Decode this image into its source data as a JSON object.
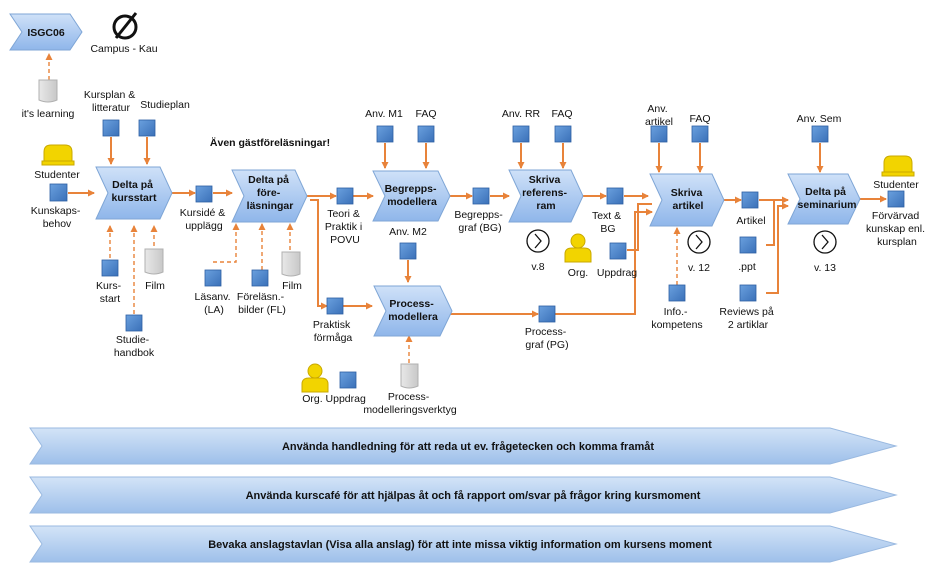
{
  "header": {
    "course_code": "ISGC06",
    "campus": "Campus - Kau",
    "lms": "it's learning",
    "guest_lecture_note": "Även gästföreläsningar!"
  },
  "processes": {
    "kursstart": [
      "Delta på",
      "kursstart"
    ],
    "forelasningar": [
      "Delta på",
      "före-",
      "läsningar"
    ],
    "begrepp": [
      "Begrepps-",
      "modellera"
    ],
    "referensram": [
      "Skriva",
      "referens-",
      "ram"
    ],
    "artikel": [
      "Skriva",
      "artikel"
    ],
    "seminarium": [
      "Delta på",
      "seminarium"
    ],
    "processmodellera": [
      "Process-",
      "modellera"
    ]
  },
  "labels": {
    "kursplan": [
      "Kursplan &",
      "litteratur"
    ],
    "studieplan": "Studieplan",
    "studenter_start": "Studenter",
    "kunskapsbehov": [
      "Kunskaps-",
      "behov"
    ],
    "kursstart_doc": [
      "Kurs-",
      "start"
    ],
    "film1": "Film",
    "studiehandbok": [
      "Studie-",
      "handbok"
    ],
    "kursde": [
      "Kursidé &",
      "upplägg"
    ],
    "lasanv": [
      "Läsanv.",
      "(LA)"
    ],
    "forelasn": [
      "Föreläsn.-",
      "bilder (FL)"
    ],
    "film2": "Film",
    "teori": [
      "Teori &",
      "Praktik i",
      "POVU"
    ],
    "praktisk": [
      "Praktisk",
      "förmåga"
    ],
    "org_uppdrag1": "Org. Uppdrag",
    "anv_m1": "Anv. M1",
    "faq1": "FAQ",
    "anv_m2": "Anv. M2",
    "begreppsgraf": [
      "Begrepps-",
      "graf (BG)"
    ],
    "processmod_tool": [
      "Process-",
      "modelleringsverktyg"
    ],
    "anv_rr": "Anv. RR",
    "faq2": "FAQ",
    "v8": "v.8",
    "org2": "Org.",
    "text_bg": [
      "Text &",
      "BG"
    ],
    "uppdrag": "Uppdrag",
    "processgraf": [
      "Process-",
      "graf (PG)"
    ],
    "anv_artikel": [
      "Anv.",
      "artikel"
    ],
    "faq3": "FAQ",
    "v12": "v. 12",
    "info": [
      "Info.-",
      "kompetens"
    ],
    "artikel": "Artikel",
    "ppt": ".ppt",
    "reviews": [
      "Reviews på",
      "2 artiklar"
    ],
    "anv_sem": "Anv. Sem",
    "v13": "v. 13",
    "studenter_end": "Studenter",
    "forvarvad": [
      "Förvärvad",
      "kunskap enl.",
      "kursplan"
    ]
  },
  "banners": [
    "Använda handledning för att reda ut ev. frågetecken och komma framåt",
    "Använda kurscafé för att hjälpas åt och få rapport om/svar på frågor kring kursmoment",
    "Bevaka anslagstavlan (Visa alla anslag) för att inte missa viktig information om kursens moment"
  ],
  "colors": {
    "arrow": "#e8833a",
    "doc_fill": "#4f87cc",
    "process_fill": "#a9c9f2",
    "person": "#f2d400",
    "paper": "#d8d8d8",
    "banner": "#b4cfee"
  }
}
